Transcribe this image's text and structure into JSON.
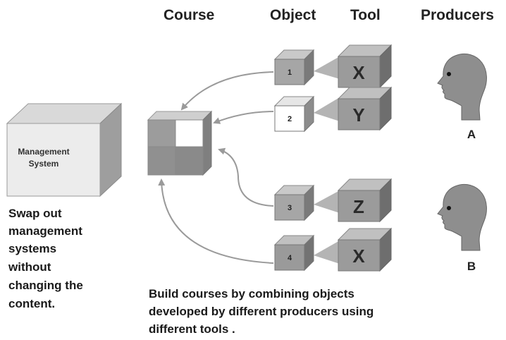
{
  "headers": {
    "course": "Course",
    "object": "Object",
    "tool": "Tool",
    "producers": "Producers"
  },
  "management_system": {
    "line1": "Management",
    "line2": "System"
  },
  "caption_left": [
    "Swap out",
    "management",
    "systems",
    "without",
    "changing the",
    "content."
  ],
  "caption_bottom": [
    "Build courses by combining objects",
    "developed by different producers using",
    "different tools ."
  ],
  "objects": [
    {
      "number": "1",
      "tool": "X",
      "color": "#a6a6a6"
    },
    {
      "number": "2",
      "tool": "Y",
      "color": "#ffffff"
    },
    {
      "number": "3",
      "tool": "Z",
      "color": "#a6a6a6"
    },
    {
      "number": "4",
      "tool": "X",
      "color": "#9a9a9a"
    }
  ],
  "producers": [
    {
      "label": "A"
    },
    {
      "label": "B"
    }
  ],
  "colors": {
    "box_front": "#a8a8a8",
    "box_top": "#c8c8c8",
    "box_side": "#7c7c7c",
    "arrow": "#9a9a9a"
  }
}
